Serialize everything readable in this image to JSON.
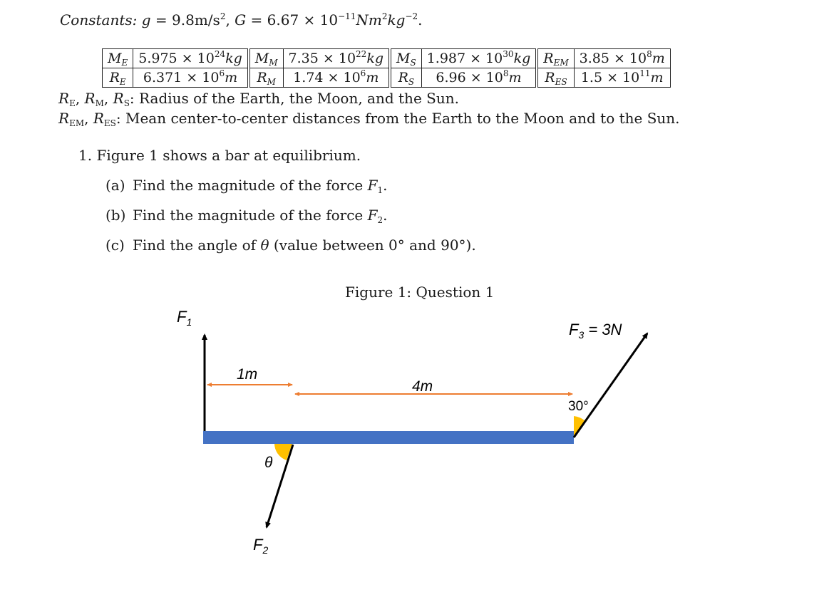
{
  "constants": {
    "label": "Constants:",
    "g_value": "9.8m/s",
    "g_exp": "2",
    "G_value": "6.67 × 10",
    "G_exp": "−11",
    "G_unit": "Nm",
    "G_unit_exp": "2",
    "G_unit2": "kg",
    "G_unit2_exp": "−2"
  },
  "table": {
    "row1": [
      {
        "sym": "M",
        "sub": "E",
        "mant": "5.975 × 10",
        "exp": "24",
        "unit": "kg"
      },
      {
        "sym": "M",
        "sub": "M",
        "mant": "7.35 × 10",
        "exp": "22",
        "unit": "kg"
      },
      {
        "sym": "M",
        "sub": "S",
        "mant": "1.987 × 10",
        "exp": "30",
        "unit": "kg"
      },
      {
        "sym": "R",
        "sub": "EM",
        "mant": "3.85 × 10",
        "exp": "8",
        "unit": "m"
      }
    ],
    "row2": [
      {
        "sym": "R",
        "sub": "E",
        "mant": "6.371 × 10",
        "exp": "6",
        "unit": "m"
      },
      {
        "sym": "R",
        "sub": "M",
        "mant": "1.74 × 10",
        "exp": "6",
        "unit": "m"
      },
      {
        "sym": "R",
        "sub": "S",
        "mant": "6.96 × 10",
        "exp": "8",
        "unit": "m"
      },
      {
        "sym": "R",
        "sub": "ES",
        "mant": "1.5 × 10",
        "exp": "11",
        "unit": "m"
      }
    ]
  },
  "notes": {
    "radius_text": ": Radius of the Earth, the Moon, and the Sun.",
    "distance_text": ": Mean center-to-center distances from the Earth to the Moon and to the Sun."
  },
  "question": {
    "number": "1.",
    "intro": "Figure 1 shows a bar at equilibrium.",
    "parts": [
      {
        "tag": "(a)",
        "text": "Find the magnitude of the force",
        "sym": "F",
        "sub": "1",
        "end": "."
      },
      {
        "tag": "(b)",
        "text": "Find the magnitude of the force",
        "sym": "F",
        "sub": "2",
        "end": "."
      },
      {
        "tag": "(c)",
        "text": "Find the angle of",
        "sym": "θ",
        "sub": "",
        "end": " (value between 0° and 90°)."
      }
    ]
  },
  "figure": {
    "caption": "Figure 1: Question 1",
    "f1_label": "F",
    "f1_sub": "1",
    "f2_label": "F",
    "f2_sub": "2",
    "f3_label": "F",
    "f3_sub": "3",
    "f3_value": " = 3N",
    "dist1_label": "1m",
    "dist2_label": "4m",
    "angle_label": "30°",
    "theta_label": "θ",
    "colors": {
      "bar": "#4472c4",
      "dimension": "#ed7d31",
      "angle": "#ffc000",
      "arrow": "#000000"
    }
  }
}
